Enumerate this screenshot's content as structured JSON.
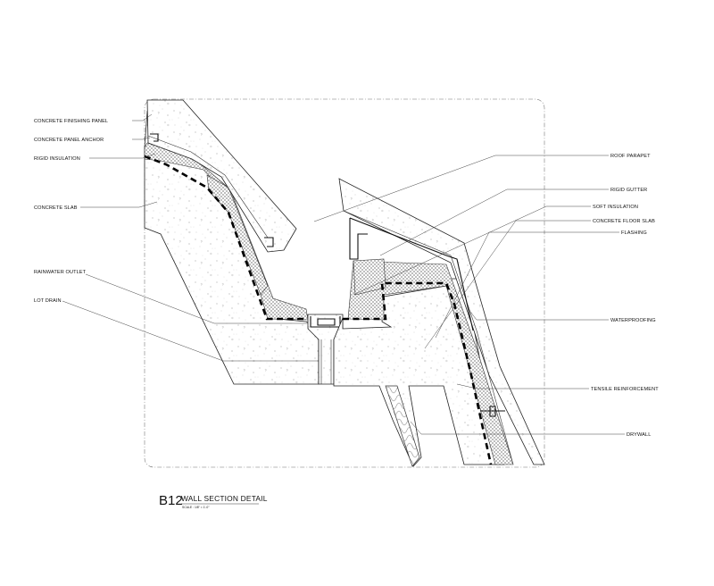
{
  "detail": {
    "code": "B12",
    "title": "WALL SECTION DETAIL",
    "scale": "SCALE : 1/8\" = 1'-0\""
  },
  "labels": {
    "left": {
      "concrete_finishing_panel": "CONCRETE FINISHING PANEL",
      "concrete_panel_anchor": "CONCRETE PANEL ANCHOR",
      "rigid_insulation": "RIGID INSULATION",
      "concrete_slab": "CONCRETE SLAB",
      "rainwater_outlet": "RAINWATER OUTLET",
      "lot_drain": "LOT DRAIN"
    },
    "right": {
      "roof_parapet": "ROOF PARAPET",
      "rigid_gutter": "RIGID GUTTER",
      "soft_insulation": "SOFT INSULATION",
      "concrete_floor_slab": "CONCRETE FLOOR SLAB",
      "flashing": "FLASHING",
      "waterproofing": "WATERPROOFING",
      "tensile_reinforcement": "TENSILE REINFORCEMENT",
      "drywall": "DRYWALL"
    }
  },
  "colors": {
    "line": "#111111",
    "background": "#ffffff"
  }
}
